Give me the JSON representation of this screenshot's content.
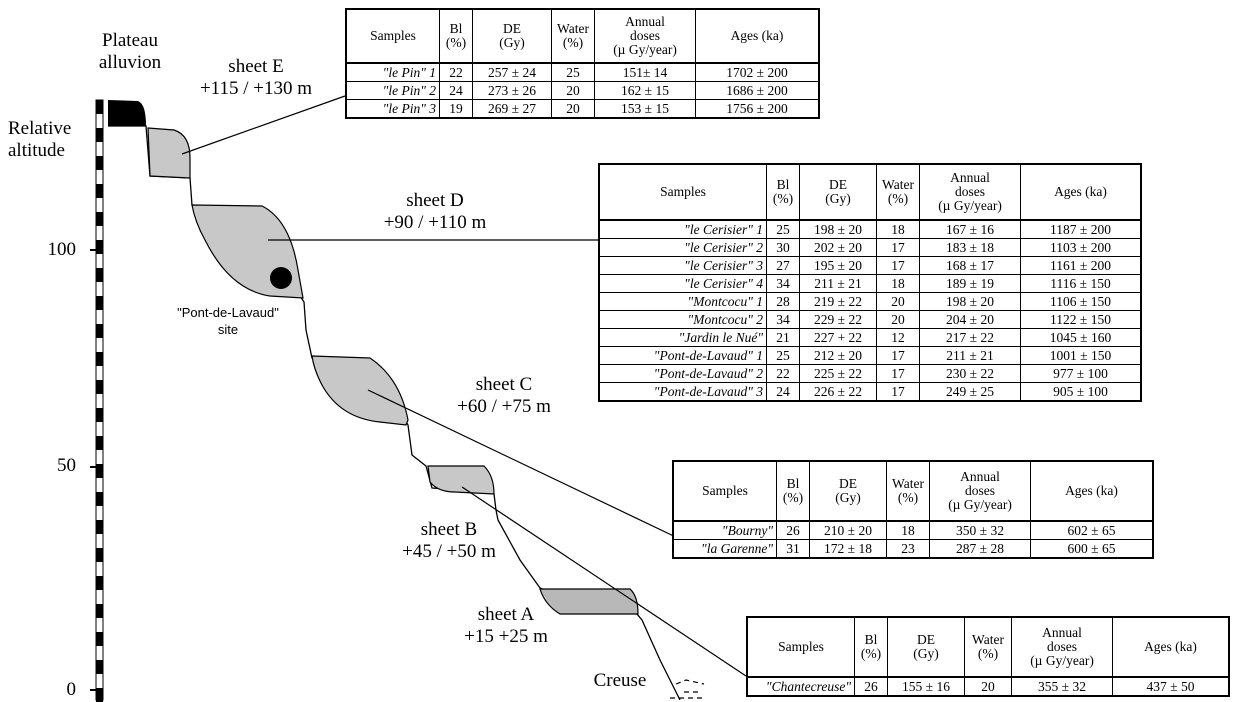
{
  "profile": {
    "plateau_label": [
      "Plateau",
      "alluvion"
    ],
    "altitude_label": [
      "Relative",
      "altitude"
    ],
    "axis_ticks": [
      "100",
      "50",
      "0"
    ],
    "river_label": "Creuse",
    "site_label": [
      "\"Pont-de-Lavaud\"",
      "site"
    ],
    "sheets": [
      {
        "name": "sheet  E",
        "range": "+115 / +130 m"
      },
      {
        "name": "sheet D",
        "range": "+90 / +110 m"
      },
      {
        "name": "sheet C",
        "range": "+60 / +75 m"
      },
      {
        "name": "sheet B",
        "range": "+45 / +50 m"
      },
      {
        "name": "sheet A",
        "range": "+15 +25 m"
      }
    ]
  },
  "tables": [
    {
      "id": "sheet-e",
      "headers": {
        "samples": "Samples",
        "bl": [
          "Bl",
          "(%)"
        ],
        "de": [
          "DE",
          "(Gy)"
        ],
        "water": [
          "Water",
          "(%)"
        ],
        "doses": [
          "Annual",
          "doses",
          "(µ Gy/year)"
        ],
        "ages": "Ages (ka)"
      },
      "rows": [
        [
          "\"le Pin\" 1",
          "22",
          "257 ± 24",
          "25",
          "151± 14",
          "1702 ± 200"
        ],
        [
          "\"le Pin\" 2",
          "24",
          "273 ± 26",
          "20",
          "162 ± 15",
          "1686 ± 200"
        ],
        [
          "\"le Pin\" 3",
          "19",
          "269 ± 27",
          "20",
          "153 ± 15",
          "1756 ± 200"
        ]
      ]
    },
    {
      "id": "sheet-d",
      "headers": {
        "samples": "Samples",
        "bl": [
          "Bl",
          "(%)"
        ],
        "de": [
          "DE",
          "(Gy)"
        ],
        "water": [
          "Water",
          "(%)"
        ],
        "doses": [
          "Annual",
          "doses",
          "(µ Gy/year)"
        ],
        "ages": "Ages (ka)"
      },
      "rows": [
        [
          "\"le Cerisier\" 1",
          "25",
          "198 ± 20",
          "18",
          "167 ± 16",
          "1187 ± 200"
        ],
        [
          "\"le Cerisier\" 2",
          "30",
          "202 ± 20",
          "17",
          "183 ± 18",
          "1103 ± 200"
        ],
        [
          "\"le Cerisier\" 3",
          "27",
          "195 ± 20",
          "17",
          "168 ± 17",
          "1161 ± 200"
        ],
        [
          "\"le Cerisier\" 4",
          "34",
          "211 ± 21",
          "18",
          "189 ± 19",
          "1116 ± 150"
        ],
        [
          "\"Montcocu\" 1",
          "28",
          "219 ± 22",
          "20",
          "198 ± 20",
          "1106 ± 150"
        ],
        [
          "\"Montcocu\" 2",
          "34",
          "229 ± 22",
          "20",
          "204 ± 20",
          "1122 ± 150"
        ],
        [
          "\"Jardin le Nué\"",
          "21",
          "227 + 22",
          "12",
          "217 ± 22",
          "1045 ± 160"
        ],
        [
          "\"Pont-de-Lavaud\" 1",
          "25",
          "212 ± 20",
          "17",
          "211 ± 21",
          "1001 ± 150"
        ],
        [
          "\"Pont-de-Lavaud\" 2",
          "22",
          "225 ± 22",
          "17",
          "230 ± 22",
          "977 ± 100"
        ],
        [
          "\"Pont-de-Lavaud\" 3",
          "24",
          "226 ± 22",
          "17",
          "249 ± 25",
          "905 ± 100"
        ]
      ]
    },
    {
      "id": "sheet-c",
      "headers": {
        "samples": "Samples",
        "bl": [
          "Bl",
          "(%)"
        ],
        "de": [
          "DE",
          "(Gy)"
        ],
        "water": [
          "Water",
          "(%)"
        ],
        "doses": [
          "Annual",
          "doses",
          "(µ Gy/year)"
        ],
        "ages": "Ages (ka)"
      },
      "rows": [
        [
          "\"Bourny\"",
          "26",
          "210 ± 20",
          "18",
          "350 ± 32",
          "602 ± 65"
        ],
        [
          "\"la Garenne\"",
          "31",
          "172 ± 18",
          "23",
          "287 ± 28",
          "600 ± 65"
        ]
      ]
    },
    {
      "id": "sheet-b",
      "headers": {
        "samples": "Samples",
        "bl": [
          "Bl",
          "(%)"
        ],
        "de": [
          "DE",
          "(Gy)"
        ],
        "water": [
          "Water",
          "(%)"
        ],
        "doses": [
          "Annual",
          "doses",
          "(µ Gy/year)"
        ],
        "ages": "Ages (ka)"
      },
      "rows": [
        [
          "\"Chantecreuse\"",
          "26",
          "155 ± 16",
          "20",
          "355 ± 32",
          "437 ± 50"
        ]
      ]
    }
  ]
}
